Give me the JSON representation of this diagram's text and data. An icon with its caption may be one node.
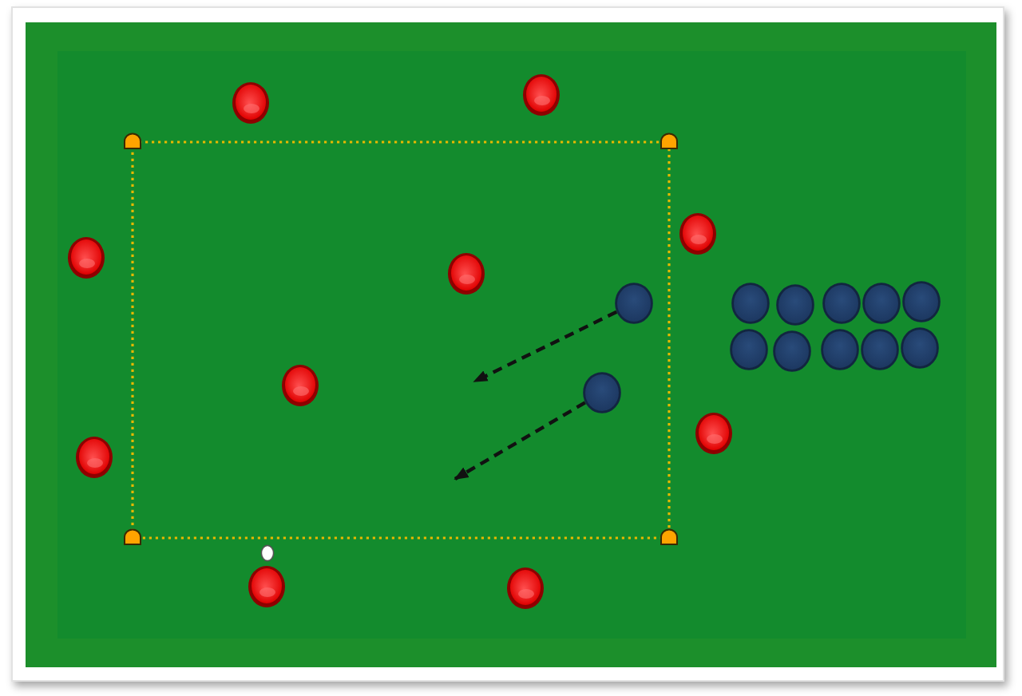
{
  "diagram": {
    "nodes": [
      {
        "text": [],
        "shape": "circle"
      },
      {
        "text": [],
        "shape": "circle"
      }
    ],
    "edges": [
      {
        "from": 0,
        "to": null,
        "arrow": "to",
        "style": "dashed"
      },
      {
        "from": 1,
        "to": null,
        "arrow": "to",
        "style": "dashed"
      }
    ]
  }
}
